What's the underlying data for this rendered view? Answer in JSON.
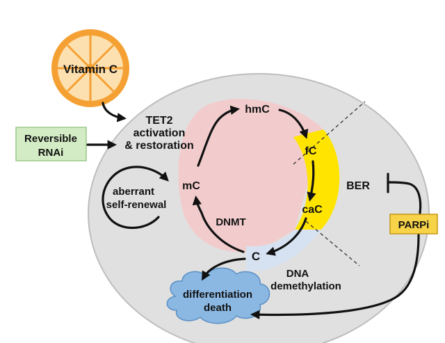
{
  "labels": {
    "vitamin_c": "Vitamin C",
    "reversible_rnai_line1": "Reversible",
    "reversible_rnai_line2": "RNAi",
    "tet2_line1": "TET2",
    "tet2_line2": "activation",
    "tet2_line3": "& restoration",
    "hmc": "hmC",
    "mc": "mC",
    "fc": "fC",
    "cac": "caC",
    "c": "C",
    "aberrant_line1": "aberrant",
    "aberrant_line2": "self-renewal",
    "dnmt": "DNMT",
    "ber": "BER",
    "parpi": "PARPi",
    "dna_demeth_line1": "DNA",
    "dna_demeth_line2": "demethylation",
    "outcome_line1": "differentiation",
    "outcome_line2": "death"
  },
  "colors": {
    "cell": "#e0e0e0",
    "cell_border": "#bdbdbd",
    "nucleus_region": "#f2cccd",
    "oxidation_band": "#ffe400",
    "c_region": "#d6e2f2",
    "orange": "#f5a033",
    "orange_light": "#fde0b0",
    "rnai_box": "#d4ecc5",
    "rnai_border": "#9ac98a",
    "parpi_box": "#f7d34a",
    "parpi_border": "#c69612",
    "cloud": "#8ab8e3",
    "cloud_border": "#5a8fc4",
    "arrow": "#111111"
  }
}
